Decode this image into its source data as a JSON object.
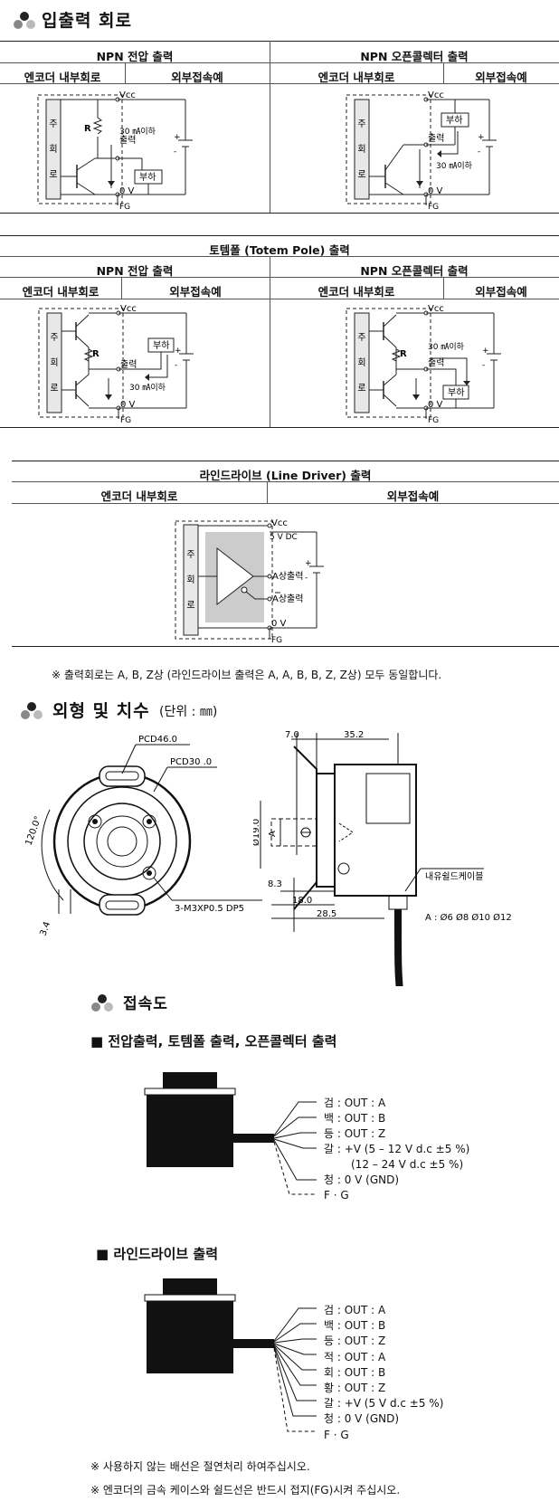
{
  "io": {
    "title": "입출력 회로",
    "npn_voltage": "NPN 전압 출력",
    "npn_open_collector": "NPN 오픈콜렉터 출력",
    "internal_circuit": "엔코더 내부회로",
    "external_example": "외부접속예",
    "totem_pole": "토템폴 (Totem Pole) 출력",
    "line_driver": "라인드라이브 (Line Driver) 출력",
    "note": "※ 출력회로는 A, B, Z상 (라인드라이브 출력은 A, A, B, B, Z, Z상) 모두 동일합니다.",
    "labels": {
      "vcc": "Vcc",
      "zero_v": "0 V",
      "fg": "FG",
      "r": "R",
      "output": "출력",
      "load": "부하",
      "ma": "30 ㎃이하",
      "main_circuit": [
        "주",
        "회",
        "로"
      ],
      "vdc5": "5 V DC",
      "a_out": "A상출력",
      "abar_out": "A상출력"
    }
  },
  "dims": {
    "title": "외형 및 치수",
    "unit": "(단위 : ㎜)",
    "pcd46": "PCD46.0",
    "pcd30": "PCD30  .0",
    "angle": "120.0°",
    "m3": "3-M3XP0.5 DP5",
    "d34": "3.4",
    "d70": "7.0",
    "d352": "35.2",
    "d190": "Ø19.0",
    "a": "A",
    "d83": "8.3",
    "d180": "18.0",
    "d285": "28.5",
    "cable": "내유쉴드케이블",
    "a_sizes": "A : Ø6  Ø8  Ø10  Ø12"
  },
  "wiring": {
    "title": "접속도",
    "sub1": "■ 전압출력, 토템폴 출력, 오픈콜렉터 출력",
    "list1": [
      "검 : OUT : A",
      "백 : OUT : B",
      "등 : OUT : Z",
      "갈 : +V (5 – 12 V d.c ±5 %)",
      "(12 – 24 V d.c ±5 %)",
      "청 : 0 V (GND)",
      "F · G"
    ],
    "sub2": "■ 라인드라이브 출력",
    "list2": [
      "검 : OUT : A",
      "백 : OUT : B",
      "등 : OUT : Z",
      "적 : OUT : A",
      "회 : OUT : B",
      "황 : OUT : Z",
      "갈 : +V (5 V d.c ±5 %)",
      "청 : 0 V (GND)",
      "F · G"
    ],
    "note1": "※ 사용하지 않는 배선은 절연처리 하여주십시오.",
    "note2": "※ 엔코더의 금속 케이스와 쉴드선은 반드시 접지(FG)시켜 주십시오."
  },
  "colors": {
    "text": "#111111",
    "line": "#222222",
    "fill": "#e8e8e8",
    "dark": "#111111"
  }
}
